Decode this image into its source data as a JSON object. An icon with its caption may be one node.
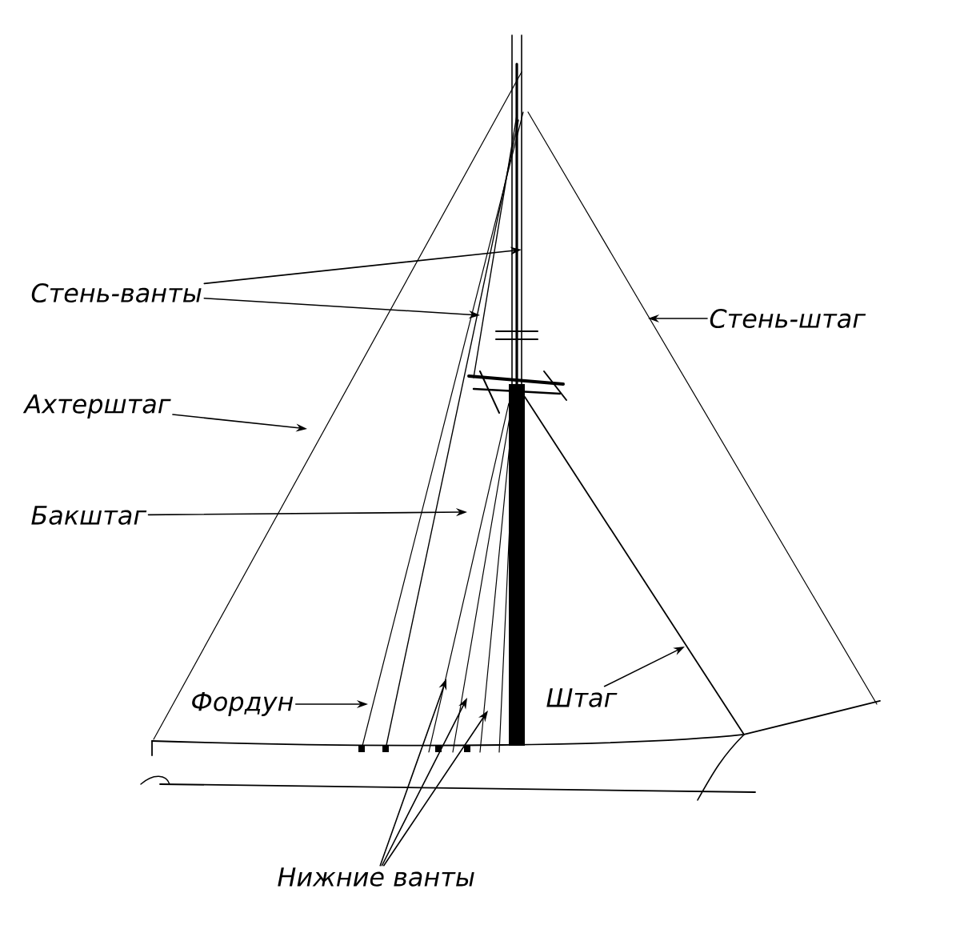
{
  "diagram": {
    "nodes": [
      {
        "text": [
          "Стень-ванты"
        ]
      },
      {
        "text": [
          "Ахтерштаг"
        ]
      },
      {
        "text": [
          "Бакштаг"
        ]
      },
      {
        "text": [
          "Стень-штаг"
        ]
      },
      {
        "text": [
          "Фордун"
        ]
      },
      {
        "text": [
          "Штаг"
        ]
      },
      {
        "text": [
          "Нижние ванты"
        ]
      }
    ],
    "edges": [
      {
        "from": 0,
        "to": null,
        "arrow": "to"
      },
      {
        "from": 0,
        "to": null,
        "arrow": "to"
      },
      {
        "from": 1,
        "to": null,
        "arrow": "to"
      },
      {
        "from": 2,
        "to": null,
        "arrow": "to"
      },
      {
        "from": 3,
        "to": null,
        "arrow": "to"
      },
      {
        "from": 4,
        "to": null,
        "arrow": "to"
      },
      {
        "from": 5,
        "to": null,
        "arrow": "to"
      },
      {
        "from": 6,
        "to": null,
        "arrow": "to"
      },
      {
        "from": 6,
        "to": null,
        "arrow": "to"
      },
      {
        "from": 6,
        "to": null,
        "arrow": "to"
      }
    ]
  }
}
